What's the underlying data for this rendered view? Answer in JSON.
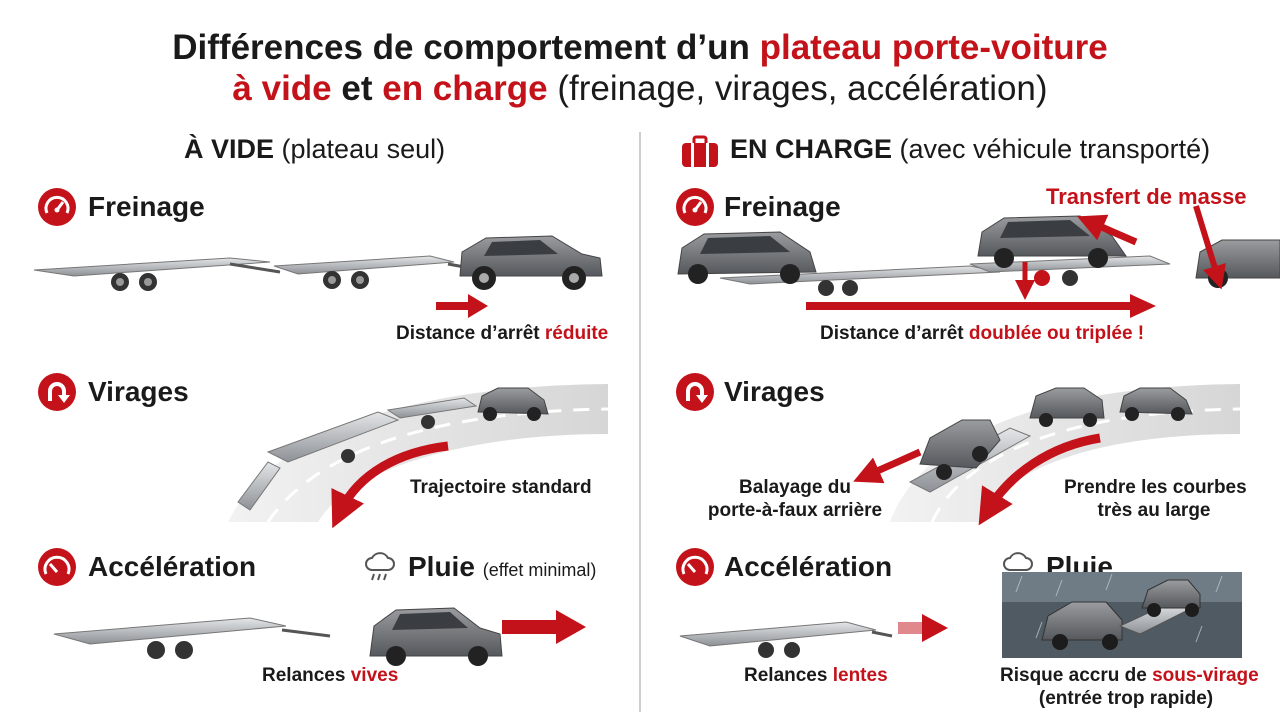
{
  "title": {
    "line1_a": "Différences de comportement d’un ",
    "line1_b": "plateau porte-voiture",
    "line2_a": "à vide",
    "line2_b": " et ",
    "line2_c": "en charge",
    "line2_d": " (freinage, virages, accélération)"
  },
  "left": {
    "header_bold": "À VIDE",
    "header_normal": " (plateau seul)",
    "braking": {
      "label": "Freinage",
      "caption_a": "Distance d’arrêt ",
      "caption_b": "réduite"
    },
    "turns": {
      "label": "Virages",
      "caption": "Trajectoire standard"
    },
    "accel": {
      "label": "Accélération",
      "caption_a": "Relances ",
      "caption_b": "vives"
    },
    "rain": {
      "label": "Pluie",
      "note": "(effet minimal)"
    }
  },
  "right": {
    "header_bold": "EN CHARGE",
    "header_normal": " (avec véhicule transporté)",
    "braking": {
      "label": "Freinage",
      "mass_transfer": "Transfert de masse",
      "caption_a": "Distance d’arrêt ",
      "caption_b": "doublée ou triplée !"
    },
    "turns": {
      "label": "Virages",
      "caption_left_1": "Balayage du",
      "caption_left_2": "porte-à-faux arrière",
      "caption_right_1": "Prendre les courbes",
      "caption_right_2": "très au large"
    },
    "accel": {
      "label": "Accélération",
      "caption_a": "Relances ",
      "caption_b": "lentes"
    },
    "rain": {
      "label": "Pluie",
      "caption_a": "Risque accru de ",
      "caption_b": "sous-virage",
      "caption_c": "(entrée trop rapide)"
    }
  },
  "colors": {
    "accent": "#c4121a",
    "text": "#1a1a1a",
    "divider": "#cfcfcf"
  },
  "icons": [
    "speedometer-icon",
    "u-turn-icon",
    "gauge-icon",
    "rain-cloud-icon",
    "suitcase-icon",
    "arrow-icon"
  ]
}
